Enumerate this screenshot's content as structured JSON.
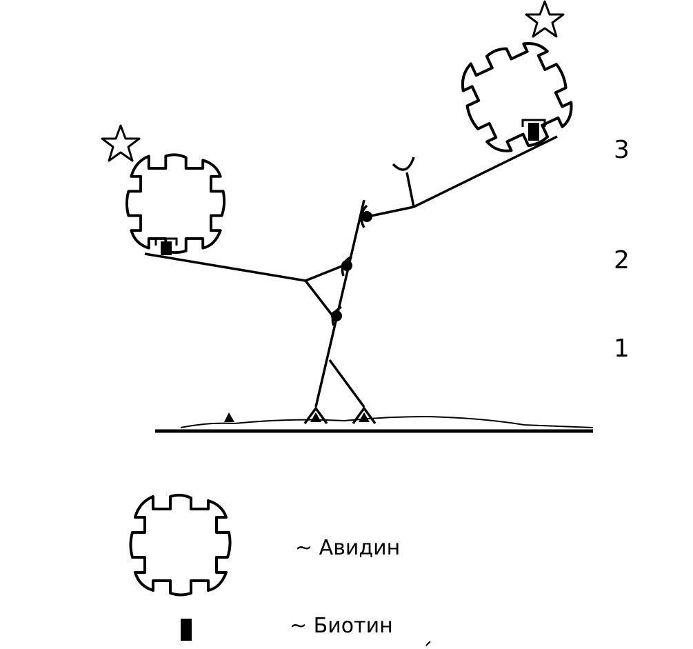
{
  "step_labels": {
    "step1": "1",
    "step2": "2",
    "step3": "3"
  },
  "legend": {
    "avidin": "~ Авидин",
    "biotin": "~ Биотин"
  }
}
